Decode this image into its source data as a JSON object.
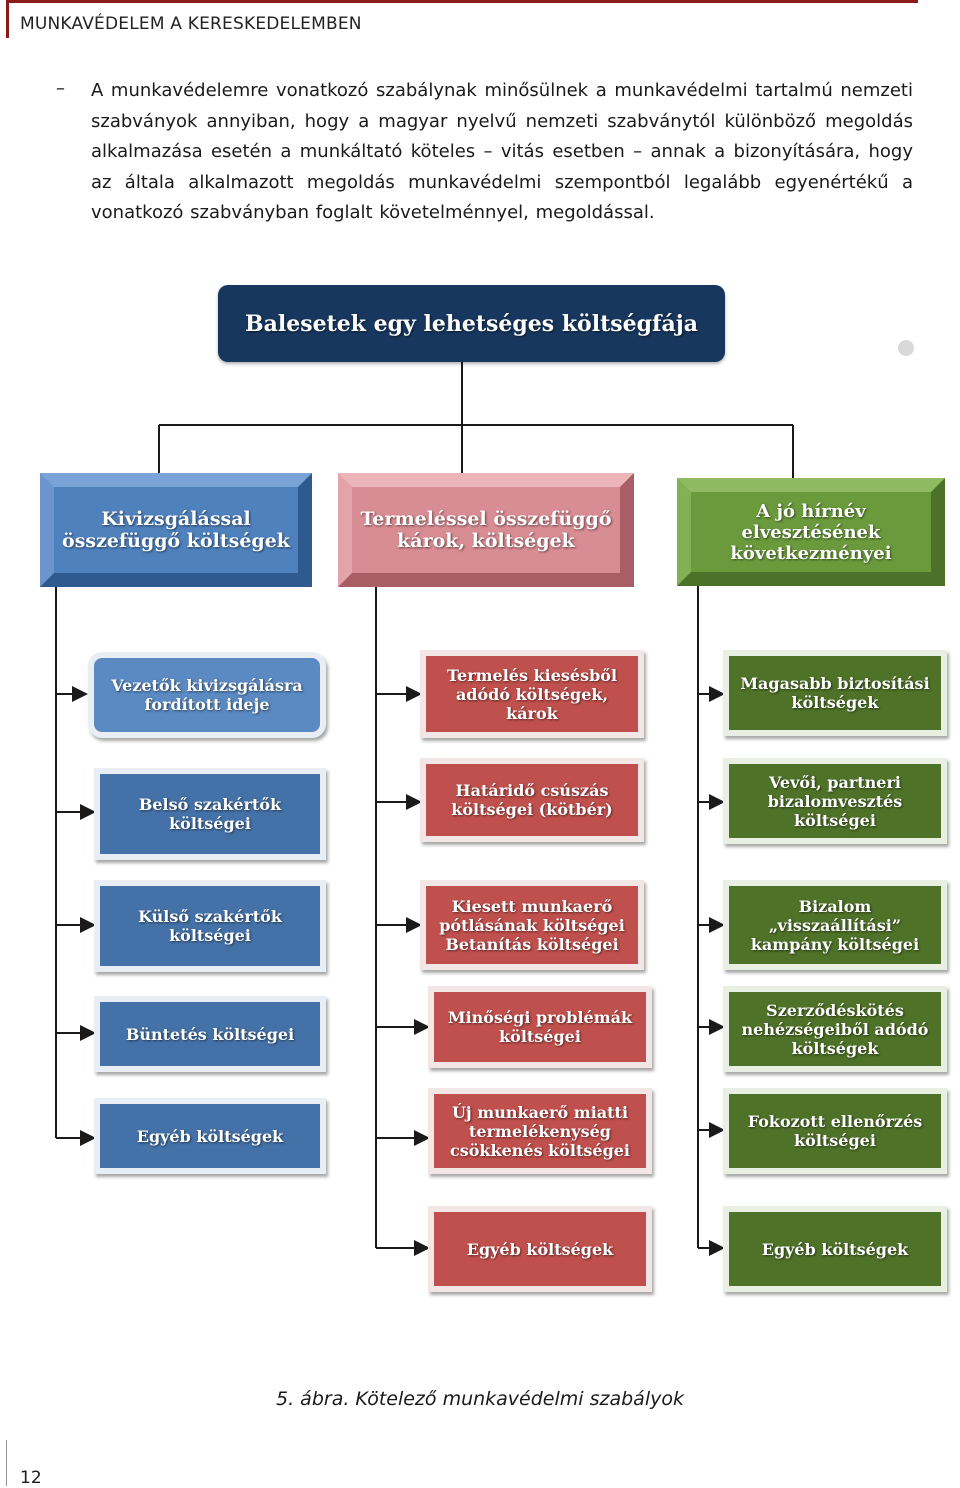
{
  "header": {
    "title": "MUNKAVÉDELEM A KERESKEDELEMBEN"
  },
  "paragraph": {
    "dash": "–",
    "text": "A munkavédelemre vonatkozó szabálynak minősülnek a munkavédelmi tartalmú nemzeti szabványok annyiban, hogy a magyar nyelvű nemzeti szabványtól különböző megoldás alkalmazása esetén a munkáltató köteles – vitás esetben – annak a bizonyítására, hogy az általa alkalmazott megoldás munkavédelmi szempontból legalább egyenértékű a vonatkozó szabványban foglalt követelménnyel, megoldással."
  },
  "diagram": {
    "root": "Balesetek egy lehetséges költségfája",
    "categories": [
      {
        "title": "Kivizsgálással\nösszefüggő költségek",
        "color": "#4f81bd",
        "items": [
          "Vezetők kivizsgálásra\nfordított ideje",
          "Belső szakértők\nköltségei",
          "Külső szakértők\nköltségei",
          "Büntetés költségei",
          "Egyéb költségek"
        ]
      },
      {
        "title": "Termeléssel összefüggő\nkárok, költségek",
        "color": "#c0504d",
        "items": [
          "Termelés kiesésből\nadódó költségek,\nkárok",
          "Határidő csúszás\nköltségei (kötbér)",
          "Kiesett munkaerő\npótlásának költségei\nBetanítás költségei",
          "Minőségi problémák\nköltségei",
          "Új munkaerő miatti\ntermelékenység\ncsökkenés költségei",
          "Egyéb költségek"
        ]
      },
      {
        "title": "A jó hírnév elvesztésének\nkövetkezményei",
        "color": "#4f7229",
        "items": [
          "Magasabb biztosítási\nköltségek",
          "Vevői, partneri\nbizalomvesztés\nköltségei",
          "Bizalom\n„visszaállítási”\nkampány költségei",
          "Szerződéskötés\nnehézségeiből adódó\nköltségek",
          "Fokozott ellenőrzés\nköltségei",
          "Egyéb költségek"
        ]
      }
    ]
  },
  "caption": "5. ábra. Kötelező munkavédelmi szabályok",
  "footer": {
    "page_number": "12"
  }
}
